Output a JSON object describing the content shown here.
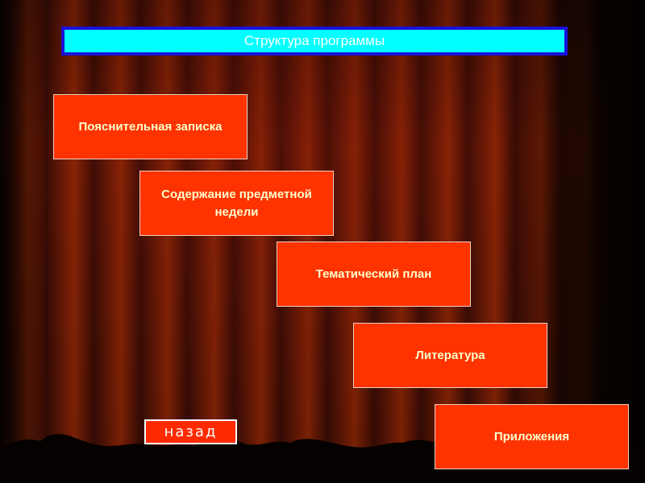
{
  "slide": {
    "title": "Структура программы",
    "menu_items": [
      {
        "label": "Пояснительная записка"
      },
      {
        "label": "Содержание предметной недели"
      },
      {
        "label": "Тематический план"
      },
      {
        "label": "Литература"
      },
      {
        "label": "Приложения"
      }
    ],
    "back_button": {
      "label": "назад"
    }
  },
  "colors": {
    "title_background": "#00ffff",
    "title_border": "#1a10d8",
    "box_background": "#ff3300",
    "box_text": "#ffffcc",
    "curtain": "#7a1e06"
  }
}
